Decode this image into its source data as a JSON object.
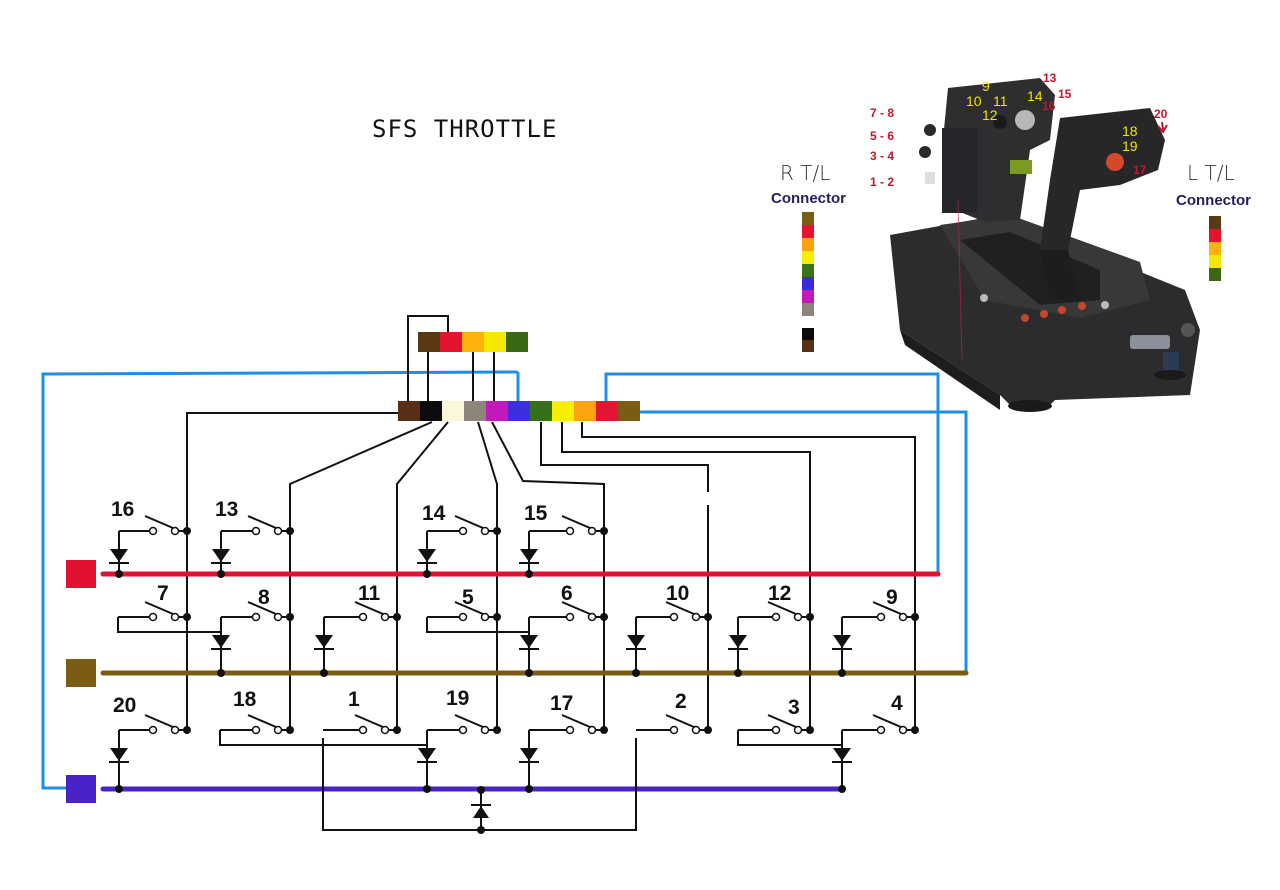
{
  "title": "SFS THROTTLE",
  "colors": {
    "row_red": "#e0122f",
    "row_brown": "#7a5c12",
    "row_purple": "#4a22c8",
    "wire_blue": "#1e8fe6",
    "wire_black": "#111111"
  },
  "top_connector": {
    "name": "L T/L connector plug",
    "pins": [
      "#5a3812",
      "#e5132e",
      "#fcb20c",
      "#f5e800",
      "#3a6812"
    ]
  },
  "main_connector": {
    "name": "main connector",
    "pins": [
      "#5a2e14",
      "#0c0c0c",
      "#fbf6dc",
      "#8e857a",
      "#c21ab9",
      "#3b2fe0",
      "#37701a",
      "#f7ee04",
      "#fca312",
      "#e01633",
      "#7a5c12"
    ]
  },
  "rows": [
    {
      "name": "red",
      "color": "#e0122f"
    },
    {
      "name": "brown",
      "color": "#7a5c12"
    },
    {
      "name": "purple",
      "color": "#4a22c8"
    }
  ],
  "switches": {
    "row1": [
      "16",
      "13",
      "14",
      "15"
    ],
    "row2": [
      "7",
      "8",
      "11",
      "5",
      "6",
      "10",
      "12",
      "9"
    ],
    "row3": [
      "20",
      "18",
      "1",
      "19",
      "17",
      "2",
      "3",
      "4"
    ]
  },
  "legend_right": {
    "title": "R T/L",
    "subtitle": "Connector",
    "pins": [
      "#7a5c12",
      "#e51330",
      "#fda10e",
      "#f8ee00",
      "#3b7418",
      "#3a2be0",
      "#c31bb8",
      "#8c8478"
    ],
    "pins_extra": [
      "#0a0a0a",
      "#5a3014"
    ]
  },
  "legend_left": {
    "title": "L T/L",
    "subtitle": "Connector",
    "pins": [
      "#5a3a12",
      "#e5132e",
      "#fcb20c",
      "#f5e800",
      "#3a6812"
    ]
  },
  "photo": {
    "caption": "throttle photo",
    "labels_yellow": [
      "9",
      "10",
      "11",
      "12",
      "14",
      "18",
      "19"
    ],
    "labels_red": [
      "13",
      "15",
      "16",
      "17",
      "20",
      "7 - 8",
      "5 - 6",
      "3 - 4",
      "1 - 2"
    ]
  }
}
